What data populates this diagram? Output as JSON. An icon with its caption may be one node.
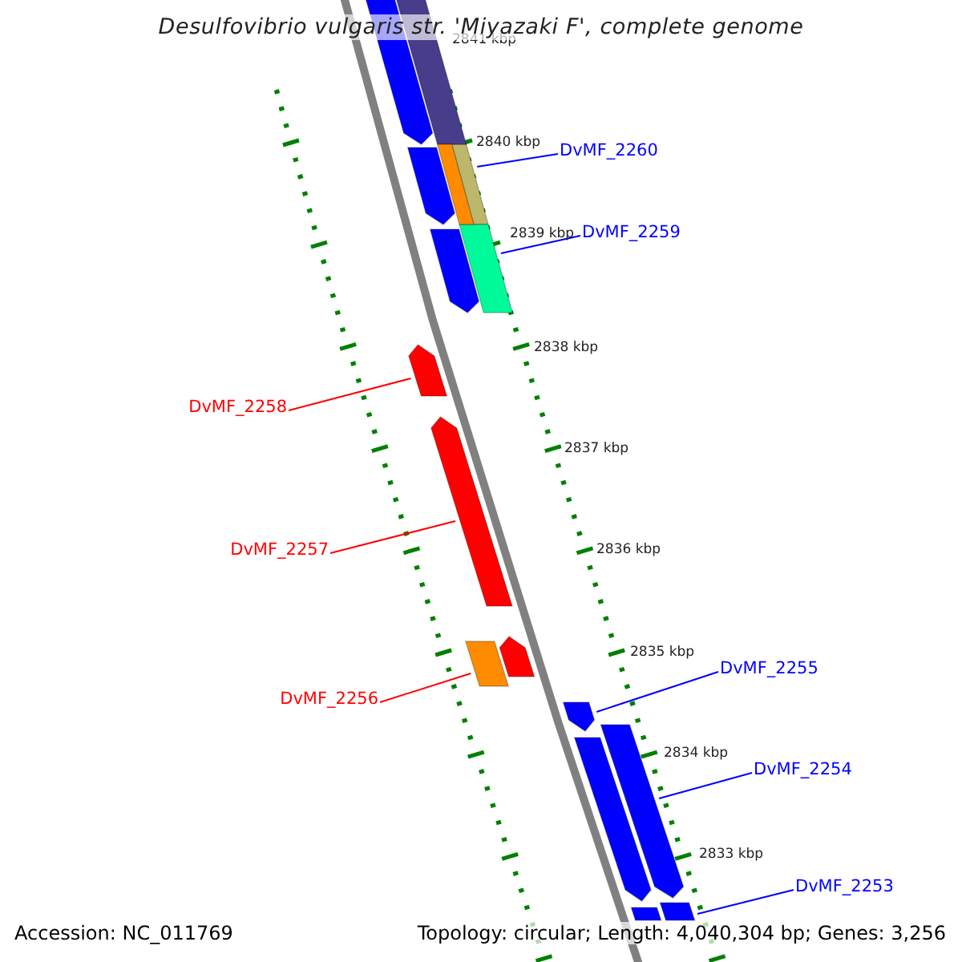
{
  "diagram": {
    "title": "Desulfovibrio vulgaris str. 'Miyazaki F', complete genome",
    "nodes": [
      {
        "text": [
          "DvMF_2260"
        ]
      },
      {
        "text": [],
        "shape": "bar"
      },
      {
        "text": [
          "DvMF_2259"
        ]
      },
      {
        "text": [],
        "shape": "bar"
      },
      {
        "text": [
          "DvMF_2258"
        ]
      },
      {
        "text": [],
        "shape": "bar"
      },
      {
        "text": [
          "DvMF_2257"
        ]
      },
      {
        "text": [],
        "shape": "bar"
      },
      {
        "text": [
          "DvMF_2256"
        ]
      },
      {
        "text": [],
        "shape": "bar"
      },
      {
        "text": [
          "DvMF_2255"
        ]
      },
      {
        "text": [],
        "shape": "bar"
      },
      {
        "text": [
          "DvMF_2254"
        ]
      },
      {
        "text": [],
        "shape": "bar"
      },
      {
        "text": [
          "DvMF_2253"
        ]
      },
      {
        "text": [],
        "shape": "bar"
      },
      {
        "text": [],
        "shape": "bar"
      },
      {
        "text": [],
        "shape": "bar"
      },
      {
        "text": [],
        "shape": "bar"
      },
      {
        "text": [],
        "shape": "bar"
      },
      {
        "text": [],
        "shape": "bar"
      },
      {
        "text": [],
        "shape": "bar"
      },
      {
        "text": [],
        "shape": "bar"
      },
      {
        "text": [],
        "shape": "bar"
      }
    ],
    "edges": [
      {
        "from": 0,
        "to": 1,
        "arrow": "none"
      },
      {
        "from": 2,
        "to": 3,
        "arrow": "none"
      },
      {
        "from": 4,
        "to": 5,
        "arrow": "none",
        "color": "#ff0000"
      },
      {
        "from": 6,
        "to": 7,
        "arrow": "none",
        "color": "#ff0000"
      },
      {
        "from": 8,
        "to": 9,
        "arrow": "none",
        "color": "#ff0000"
      },
      {
        "from": 10,
        "to": 11,
        "arrow": "none"
      },
      {
        "from": 12,
        "to": 13,
        "arrow": "none"
      },
      {
        "from": 14,
        "to": 15,
        "arrow": "none"
      }
    ],
    "labels": [
      "2841 kbp",
      "2840 kbp",
      "2839 kbp",
      "2838 kbp",
      "2837 kbp",
      "2836 kbp",
      "2835 kbp",
      "2834 kbp",
      "2833 kbp",
      "Accession: NC_011769",
      "Topology: circular; Length: 4,040,304 bp; Genes: 3,256"
    ]
  }
}
